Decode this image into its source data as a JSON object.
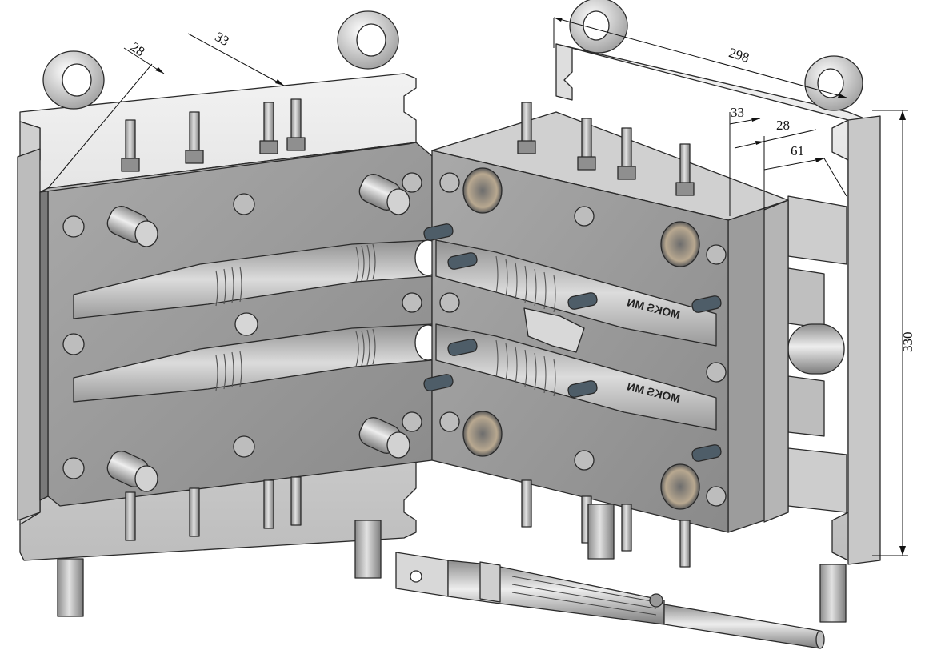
{
  "dimensions": {
    "left_a": "28",
    "left_b": "33",
    "right_width": "298",
    "right_a": "33",
    "right_b": "28",
    "right_c": "61",
    "right_height": "330"
  },
  "engraving": "MOKS MN",
  "colors": {
    "plate_light": "#d9d9d9",
    "plate_mid": "#9b9b9b",
    "plate_dark": "#6e6e6e",
    "cavity": "#c4c4c4",
    "pin": "#4e5d68",
    "steel": "#e6e6e6"
  }
}
